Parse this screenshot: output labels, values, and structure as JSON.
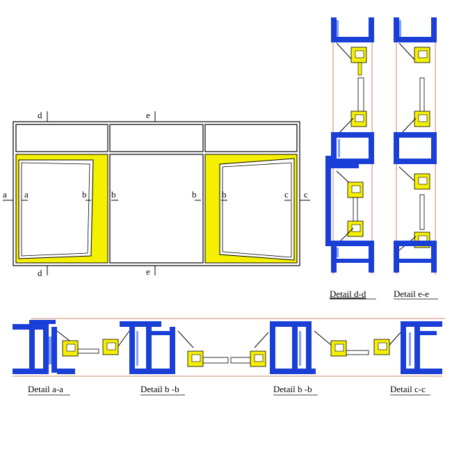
{
  "elevation": {
    "section_marks": {
      "top_left": "d",
      "top_center": "e",
      "bottom_left": "d",
      "bottom_center": "e",
      "left_outer": "a",
      "left_inner": "a",
      "b1": "b",
      "b2": "b",
      "b3": "b",
      "b4": "b",
      "right_inner": "c",
      "right_outer": "c"
    }
  },
  "captions": {
    "d": "Detail d-d",
    "e": "Detail e-e",
    "a": "Detail a-a",
    "b1": "Detail b -b",
    "b2": "Detail b -b",
    "c": "Detail c-c"
  },
  "colors": {
    "profile_blue": "#1a3fd6",
    "profile_light": "#7fa0ff",
    "gasket_yellow": "#f5f000",
    "guide_line": "#c0603a"
  }
}
